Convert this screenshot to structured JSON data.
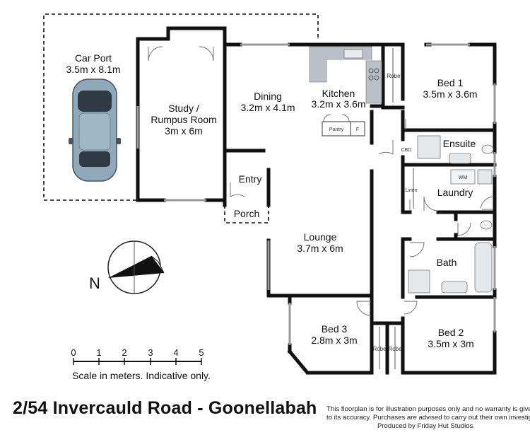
{
  "rooms": {
    "carport": {
      "name": "Car Port",
      "size": "3.5m x 8.1m"
    },
    "study": {
      "name_line1": "Study /",
      "name_line2": "Rumpus Room",
      "size": "3m x 6m"
    },
    "dining": {
      "name": "Dining",
      "size": "3.2m x 4.1m"
    },
    "kitchen": {
      "name": "Kitchen",
      "size": "3.2m x 3.6m"
    },
    "bed1": {
      "name": "Bed 1",
      "size": "3.5m x 3.6m"
    },
    "ensuite": {
      "name": "Ensuite"
    },
    "laundry": {
      "name": "Laundry"
    },
    "entry": {
      "name": "Entry"
    },
    "porch": {
      "name": "Porch"
    },
    "lounge": {
      "name": "Lounge",
      "size": "3.7m x 6m"
    },
    "bath": {
      "name": "Bath"
    },
    "bed3": {
      "name": "Bed 3",
      "size": "2.8m x 3m"
    },
    "bed2": {
      "name": "Bed 2",
      "size": "3.5m x 3m"
    }
  },
  "fixtures": {
    "robe": "Robe",
    "pantry": "Pantry",
    "fridge": "F",
    "cbd": "CBD",
    "linen": "Linen",
    "wm": "WM"
  },
  "compass": {
    "north_label": "N"
  },
  "scale": {
    "ticks": [
      "0",
      "1",
      "2",
      "3",
      "4",
      "5"
    ],
    "caption": "Scale in meters. Indicative only."
  },
  "footer": {
    "title": "2/54 Invercauld Road - Goonellabah",
    "disclaimer_lines": [
      "This floorplan is for illustration purposes only and no warranty is given",
      "to its accuracy. Purchases are advised to carry out their own investigations.",
      "Produced by Friday Hut Studios."
    ]
  },
  "colors": {
    "wall": "#111111",
    "dashed_outline": "#111111",
    "car_body": "#8fa9bb",
    "benchtop": "#b9c0c7"
  }
}
